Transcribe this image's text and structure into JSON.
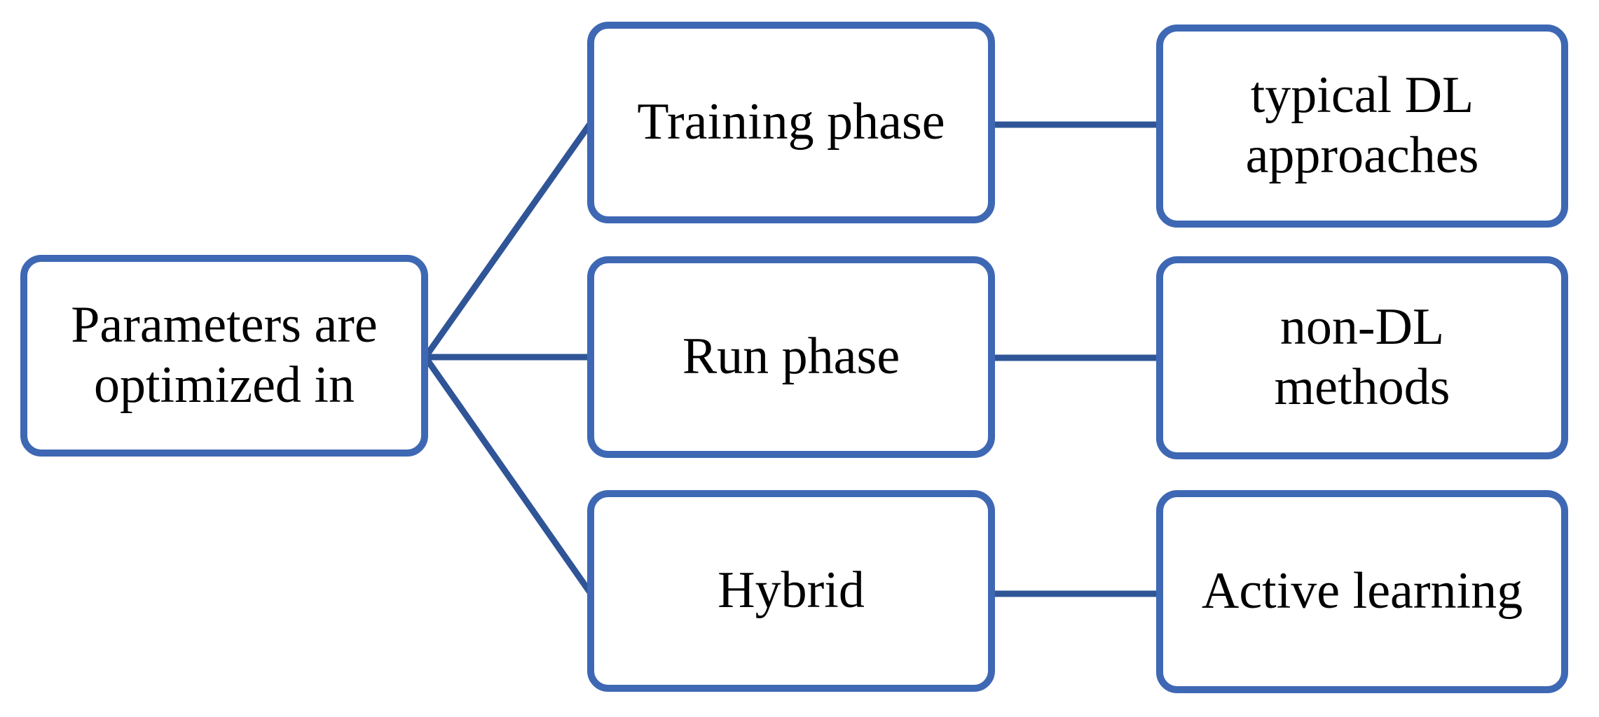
{
  "diagram": {
    "root": {
      "label": "Parameters are\noptimized in"
    },
    "branches": [
      {
        "label": "Training phase",
        "target": "typical DL\napproaches"
      },
      {
        "label": "Run phase",
        "target": "non-DL\nmethods"
      },
      {
        "label": "Hybrid",
        "target": "Active learning"
      }
    ]
  },
  "colors": {
    "box_border": "#3e68b4",
    "connector": "#2f5597",
    "text": "#000000",
    "background": "#ffffff"
  }
}
